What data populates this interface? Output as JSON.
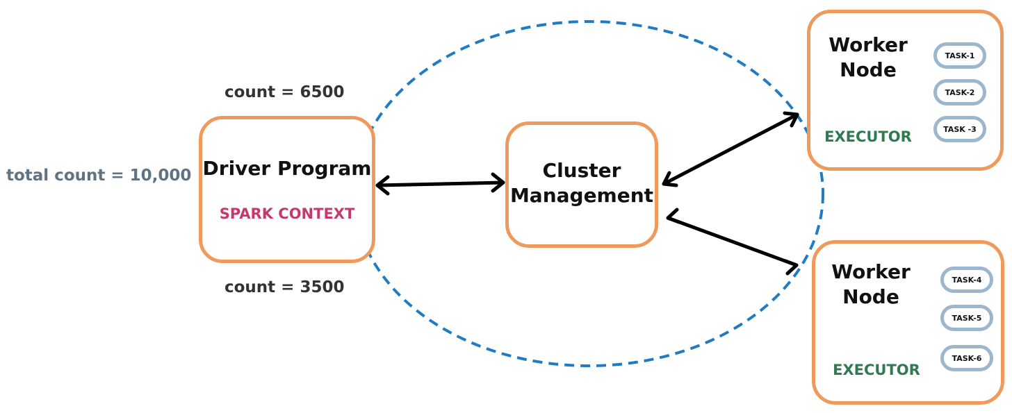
{
  "driver": {
    "title": "Driver Program",
    "subtitle": "SPARK CONTEXT",
    "count_top": "count = 6500",
    "count_bottom": "count = 3500",
    "total": "total count = 10,000"
  },
  "cluster": {
    "title": "Cluster\nManagement"
  },
  "worker1": {
    "title": "Worker\nNode",
    "executor": "EXECUTOR",
    "tasks": [
      "TASK-1",
      "TASK-2",
      "TASK -3"
    ]
  },
  "worker2": {
    "title": "Worker\nNode",
    "executor": "EXECUTOR",
    "tasks": [
      "TASK-4",
      "TASK-5",
      "TASK-6"
    ]
  },
  "colors": {
    "box_border": "#ef9a5c",
    "task_border": "#9cb6ce",
    "spark_context": "#c4396e",
    "executor": "#2f7a4e",
    "total_count": "#5e7383",
    "count": "#333333",
    "ellipse": "#1f7bc4",
    "arrow": "#000000"
  }
}
